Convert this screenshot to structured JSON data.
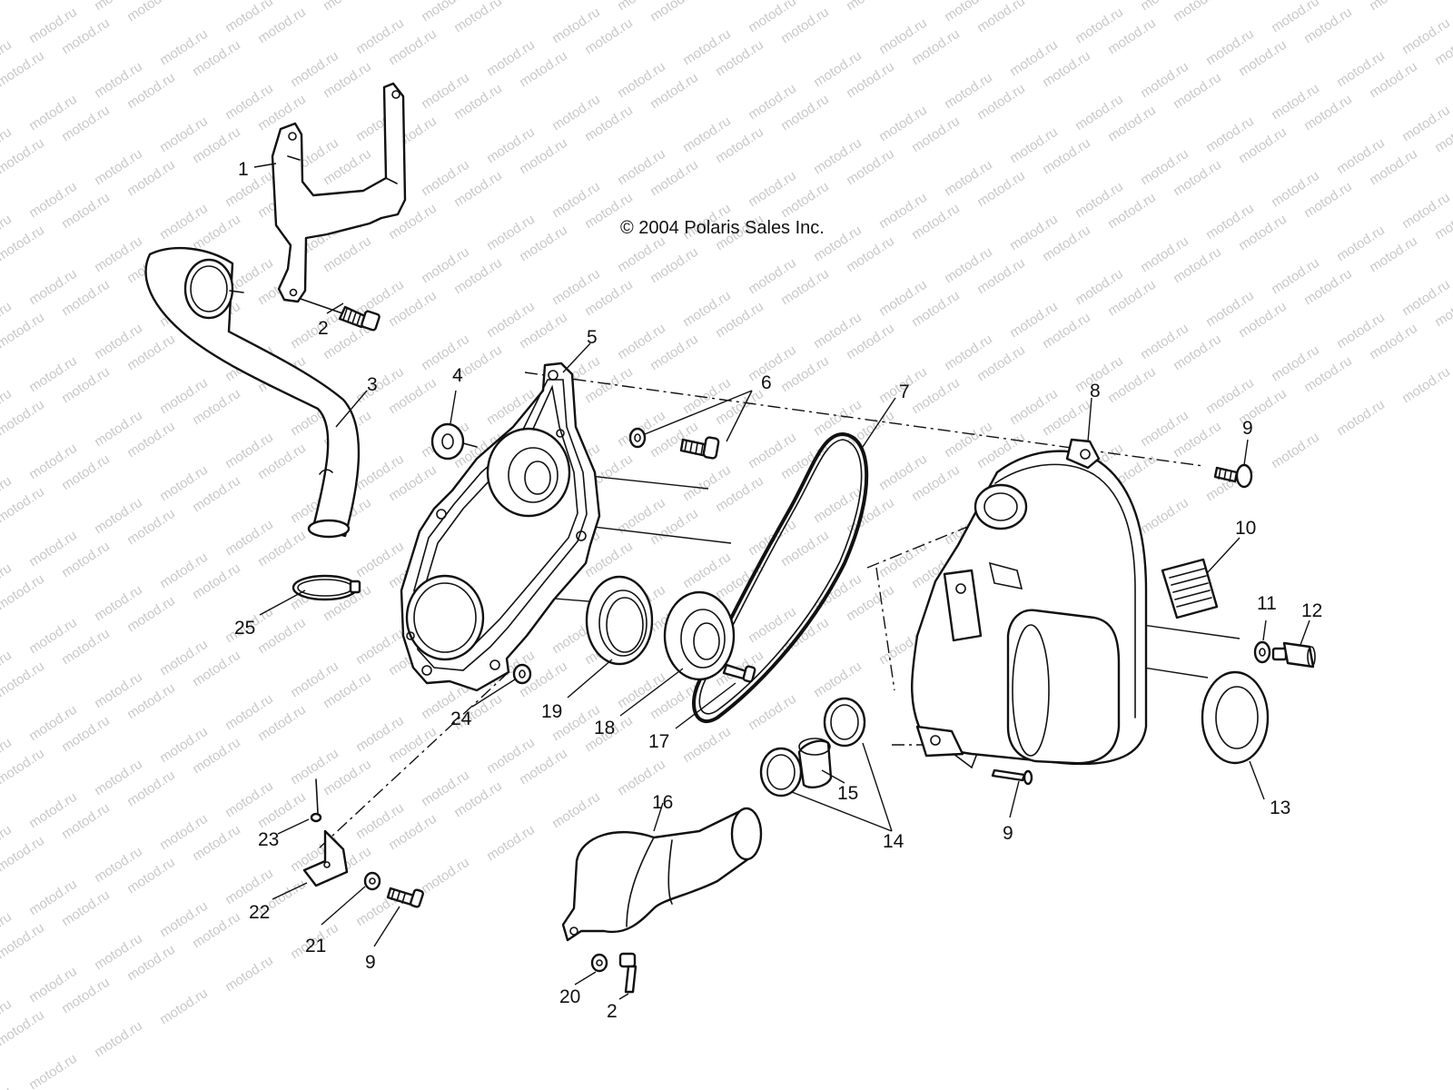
{
  "copyright": "© 2004 Polaris Sales Inc.",
  "watermark": "motod.ru",
  "callouts": [
    "1",
    "2",
    "3",
    "4",
    "5",
    "6",
    "7",
    "8",
    "9",
    "10",
    "11",
    "12",
    "13",
    "14",
    "15",
    "16",
    "17",
    "18",
    "19",
    "9",
    "24",
    "23",
    "22",
    "21",
    "9",
    "25",
    "20",
    "2"
  ]
}
